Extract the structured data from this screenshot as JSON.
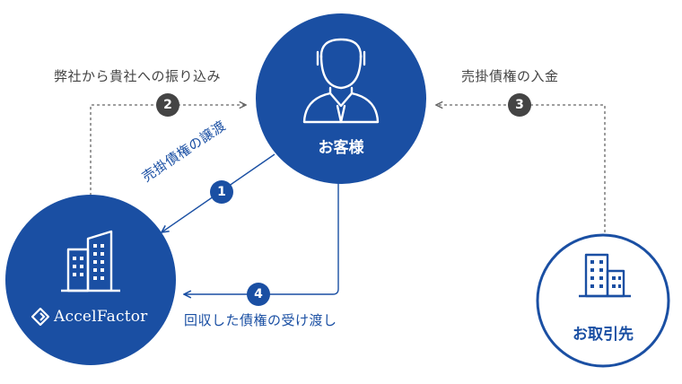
{
  "nodes": {
    "customer": {
      "label": "お客様"
    },
    "accelfactor": {
      "logo_text": "AccelFactor"
    },
    "counterparty": {
      "label": "お取引先"
    }
  },
  "steps": [
    {
      "number": "1",
      "label": "売掛債権の譲渡"
    },
    {
      "number": "2",
      "label": "弊社から貴社への振り込み"
    },
    {
      "number": "3",
      "label": "売掛債権の入金"
    },
    {
      "number": "4",
      "label": "回収した債権の受け渡し"
    }
  ],
  "colors": {
    "brand_blue": "#1a4fa3",
    "dark_gray": "#444444",
    "arrow_gray": "#666666"
  }
}
